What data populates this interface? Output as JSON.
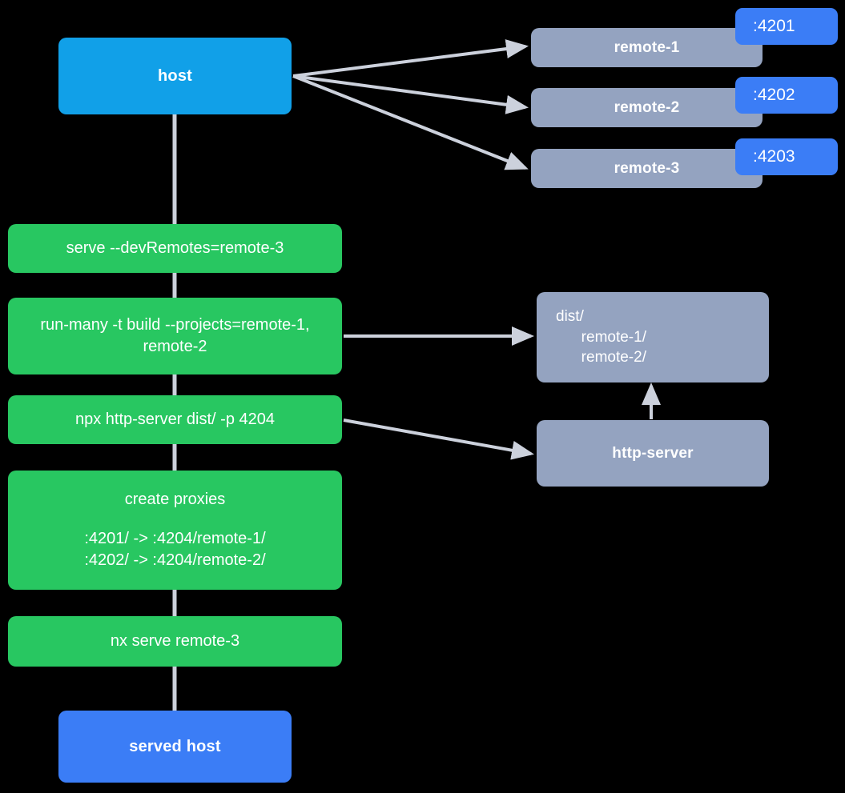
{
  "diagram": {
    "title": "Nx host and remotes serve pipeline",
    "background_color": "#000000",
    "colors": {
      "host": "#11a0e8",
      "served_host": "#3b7df6",
      "command": "#28c761",
      "entity": "#94a3c0",
      "port_badge": "#3b7df6",
      "connector": "#ccd1dc",
      "text": "#ffffff"
    }
  },
  "nodes": {
    "host": {
      "label": "host"
    },
    "served_host": {
      "label": "served host"
    },
    "remotes": [
      {
        "label": "remote-1",
        "port": ":4201"
      },
      {
        "label": "remote-2",
        "port": ":4202"
      },
      {
        "label": "remote-3",
        "port": ":4203"
      }
    ],
    "commands": [
      {
        "label": "serve --devRemotes=remote-3"
      },
      {
        "label": "run-many -t build --projects=remote-1, remote-2"
      },
      {
        "label": "npx http-server dist/ -p 4204"
      },
      {
        "label": "create proxies",
        "lines": [
          ":4201/ -> :4204/remote-1/",
          ":4202/ -> :4204/remote-2/"
        ]
      },
      {
        "label": "nx serve remote-3"
      }
    ],
    "dist": {
      "lines": [
        "dist/",
        "      remote-1/",
        "      remote-2/"
      ]
    },
    "http_server": {
      "label": "http-server"
    }
  }
}
